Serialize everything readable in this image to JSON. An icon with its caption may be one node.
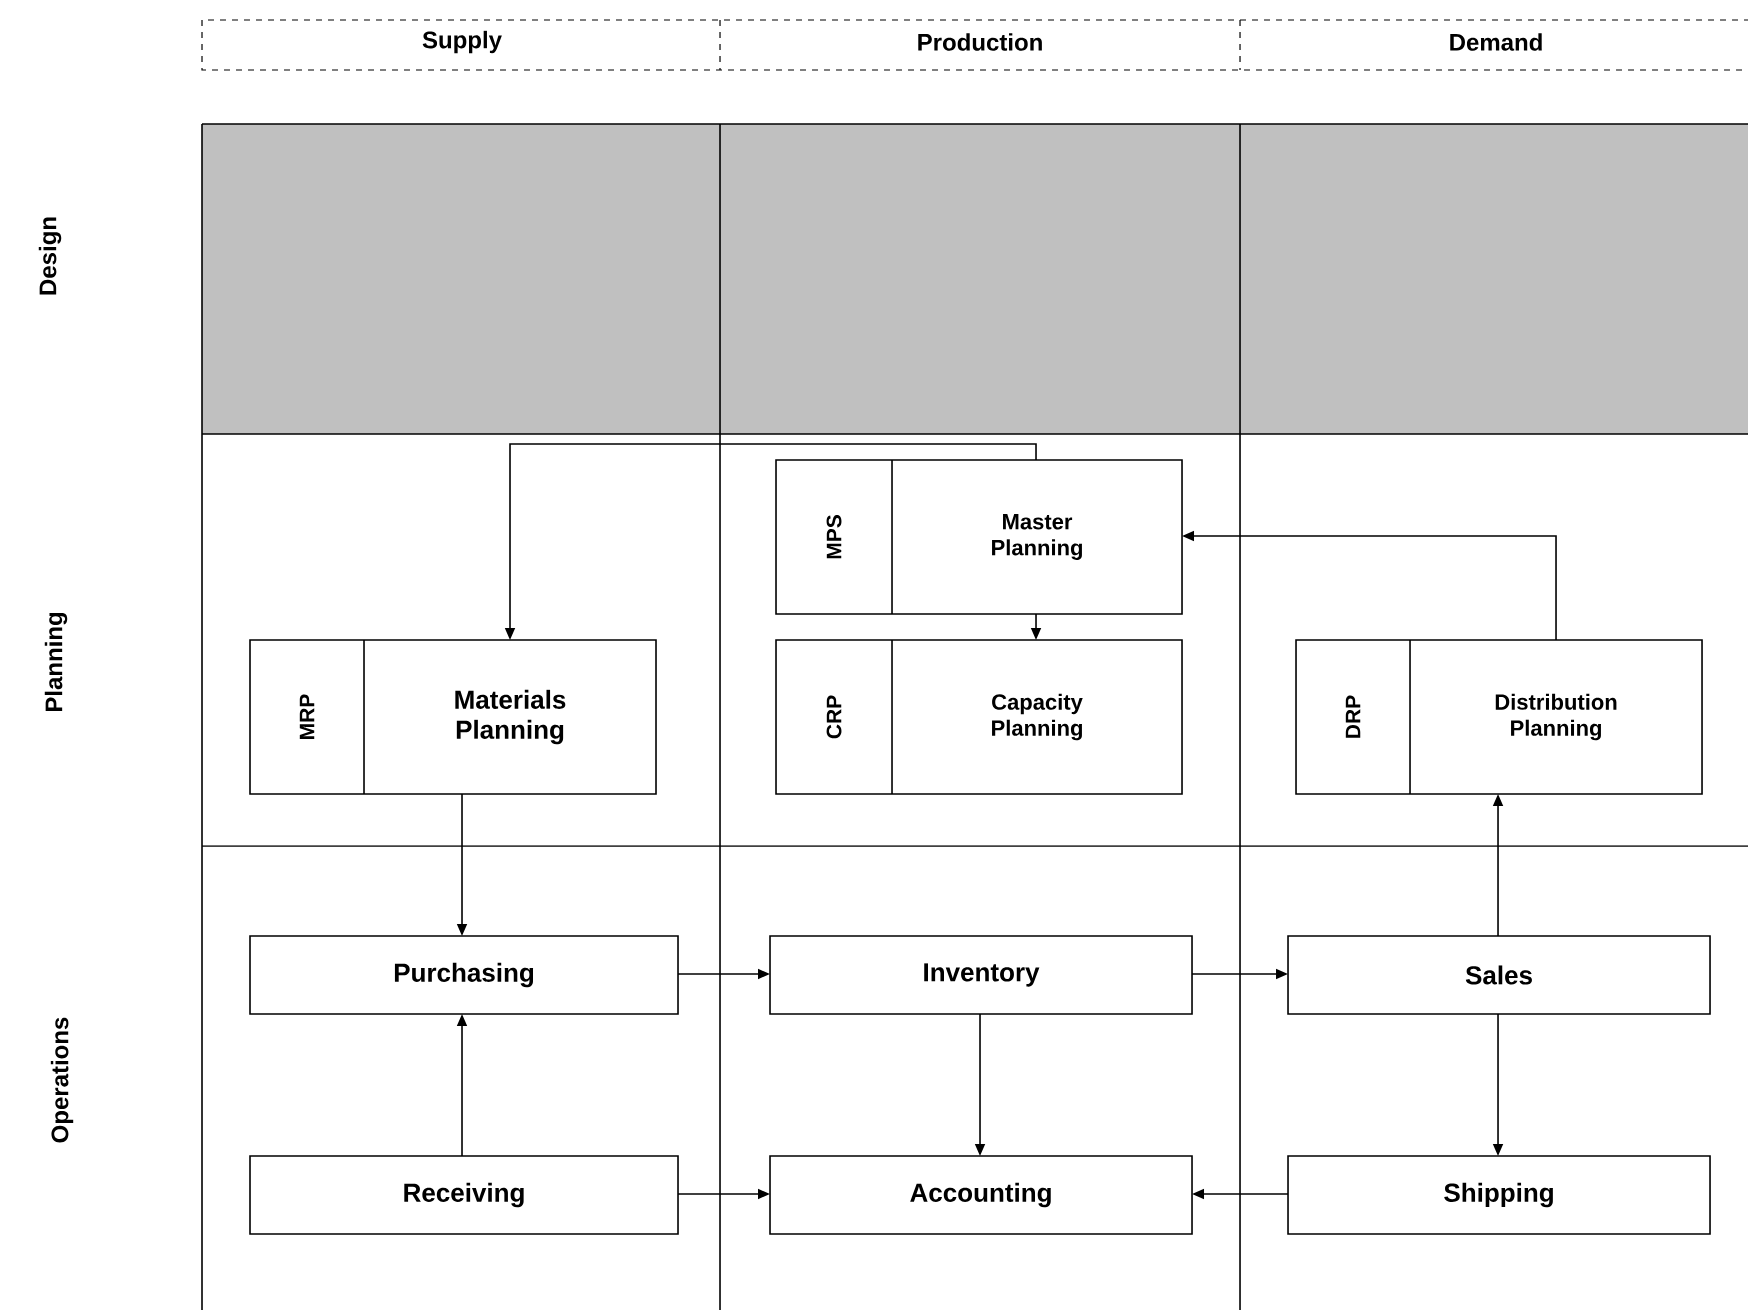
{
  "diagram": {
    "nodes": [
      {
        "text": [
          "MPS",
          "Master Planning"
        ]
      },
      {
        "text": [
          "MRP",
          "Materials Planning"
        ]
      },
      {
        "text": [
          "CRP",
          "Capacity Planning"
        ]
      },
      {
        "text": [
          "DRP",
          "Distribution Planning"
        ]
      },
      {
        "text": [
          "Purchasing"
        ]
      },
      {
        "text": [
          "Inventory"
        ]
      },
      {
        "text": [
          "Sales"
        ]
      },
      {
        "text": [
          "Receiving"
        ]
      },
      {
        "text": [
          "Accounting"
        ]
      },
      {
        "text": [
          "Shipping"
        ]
      }
    ],
    "edges": [
      {
        "from": 0,
        "to": 1,
        "arrow": "to"
      },
      {
        "from": 0,
        "to": 2,
        "arrow": "to"
      },
      {
        "from": 3,
        "to": 0,
        "arrow": "to"
      },
      {
        "from": 1,
        "to": 4,
        "arrow": "to"
      },
      {
        "from": 4,
        "to": 5,
        "arrow": "to"
      },
      {
        "from": 5,
        "to": 6,
        "arrow": "to"
      },
      {
        "from": 7,
        "to": 4,
        "arrow": "to"
      },
      {
        "from": 7,
        "to": 8,
        "arrow": "to"
      },
      {
        "from": 5,
        "to": 8,
        "arrow": "to"
      },
      {
        "from": 6,
        "to": 9,
        "arrow": "to"
      },
      {
        "from": 9,
        "to": 8,
        "arrow": "to"
      },
      {
        "from": 6,
        "to": 3,
        "arrow": "to"
      }
    ],
    "labels": [
      "Supply",
      "Production",
      "Demand",
      "Design",
      "Planning",
      "Operations"
    ]
  }
}
